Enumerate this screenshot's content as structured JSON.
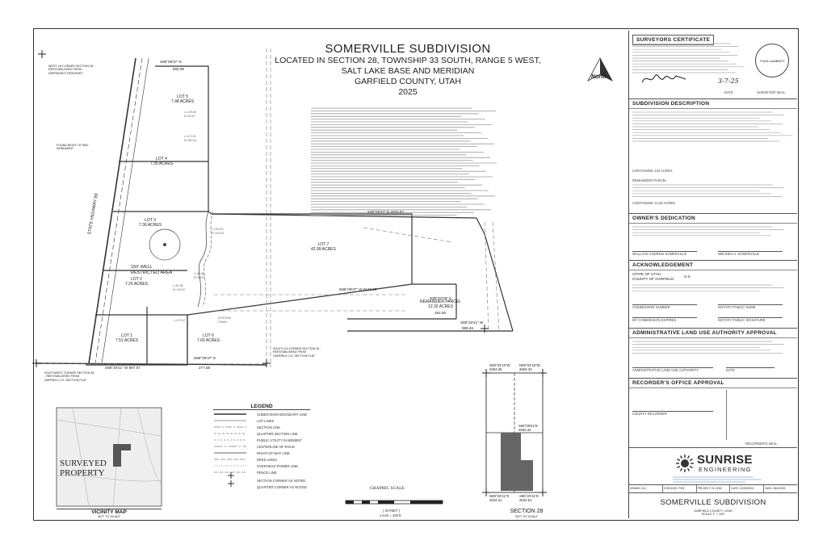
{
  "title": {
    "name": "SOMERVILLE SUBDIVISION",
    "line1": "LOCATED IN SECTION 28, TOWNSHIP 33 SOUTH, RANGE 5 WEST,",
    "line2": "SALT LAKE BASE AND MERIDIAN",
    "line3": "GARFIELD COUNTY, UTAH",
    "year": "2025"
  },
  "north": "North",
  "surveyors_certificate": {
    "heading": "SURVEYORS CERTIFICATE",
    "stamp": "THAN LAMBERT",
    "date": "3-7-25",
    "date_label": "DATE",
    "sig_label": "SURVEYOR SEAL"
  },
  "subdivision_description": {
    "heading": "SUBDIVISION DESCRIPTION",
    "containing1": "CONTAINING 102 ACRES",
    "remainder": "REMAINDER PARCEL",
    "containing2": "CONTAINING 12.32 ACRES"
  },
  "owners_dedication": {
    "heading": "OWNER'S DEDICATION",
    "sig1": "WALLACE ANDREW SOMERVILLE",
    "sig2": "MELINDA A. SOMERVILLE"
  },
  "acknowledgement": {
    "heading": "ACKNOWLEDGEMENT",
    "state": "STATE OF UTAH",
    "county": "COUNTY OF GARFIELD",
    "ss": "S.S.",
    "commission": "COMMISSION NUMBER",
    "notary_name": "NOTARY PUBLIC NAME",
    "expires": "MY COMMISSION EXPIRES",
    "notary_sig": "NOTARY PUBLIC SIGNATURE"
  },
  "admin_approval": {
    "heading": "ADMINISTRATIVE LAND USE AUTHORITY APPROVAL",
    "sig": "ADMINISTRATIVE LAND USE AUTHORITY",
    "date": "DATE"
  },
  "recorders_approval": {
    "heading": "RECORDER'S OFFICE APPROVAL",
    "recorder": "COUNTY RECORDER",
    "seal": "RECORDER'S SEAL"
  },
  "firm": {
    "name1": "SUNRISE",
    "name2": "ENGINEERING"
  },
  "info_row": [
    "DRAWN: SLJ",
    "CHECKED: PKB",
    "PROJECT: 01-2185",
    "DATE: 01/30/2025",
    "DWG: 28022025"
  ],
  "sheet": {
    "title": "SOMERVILLE SUBDIVISION",
    "sub1": "GARFIELD COUNTY, UTAH",
    "sub2": "SCALE 1\" = 100'"
  },
  "lots": [
    {
      "name": "LOT 5",
      "acres": "7.48 ACRES"
    },
    {
      "name": "LOT 4",
      "acres": "7.35 ACRES"
    },
    {
      "name": "LOT 3",
      "acres": "7.36 ACRES"
    },
    {
      "name": "LOT 2",
      "acres": "7.25 ACRES"
    },
    {
      "name": "LOT 1",
      "acres": "7.51 ACRES"
    },
    {
      "name": "LOT 6",
      "acres": "7.60 ACRES"
    },
    {
      "name": "LOT 7",
      "acres": "42.99 ACRES"
    }
  ],
  "remainder_parcel": {
    "label": "REMAINDER PARCEL",
    "acres": "12.32 ACRES"
  },
  "well_area": {
    "l1": "150' WELL",
    "l2": "RESTRICTED AREA"
  },
  "road": "STATE HIGHWAY 89",
  "bearings": {
    "top": "S89°09'37\" E",
    "top_dist": "665.96",
    "mid": "S89°09'37\" E  3063.87",
    "lower": "N89°09'37\" W  5548.36",
    "rem_top": "N89°52'09\" E",
    "rem_top_dist": "292.56",
    "rem_bot": "S89°20'41\" W",
    "rem_bot_dist": "889.46",
    "south_bot": "S89°20'41\" W  897.67",
    "south_small": "N89°09'37\" E",
    "south_small_dist": "277.58"
  },
  "corners": {
    "nw": "WEST 1/4 CORNER SECTION 28 - REESTABLISHED FROM DEPENDENT RESURVEY",
    "sw": "SOUTHWEST CORNER SECTION 28 - REESTABLISHED FROM GARFIELD CO. SECTION PLAT",
    "s14": "SOUTH 1/4 CORNER SECTION 28 - REESTABLISHED FROM GARFIELD CO. SECTION PLAT",
    "row": "FOUND RIGHT OF WAY MONUMENT"
  },
  "legend": {
    "title": "LEGEND",
    "items": [
      "SUBDIVISION BOUNDARY LINE",
      "LOT LINES",
      "SECTION LINE",
      "QUARTER SECTION LINE",
      "PUBLIC UTILITY EASEMENT",
      "CENTERLINE OF ROAD",
      "RIGHT-OF-WAY LINE",
      "DEED LINES",
      "OVERHEAD POWER LINE",
      "FENCE LINE",
      "SECTION CORNER AS NOTED",
      "QUARTER CORNER AS NOTED"
    ]
  },
  "vicinity": {
    "label": "SURVEYED PROPERTY",
    "title": "VICINITY MAP",
    "sub": "NOT TO SCALE"
  },
  "scale": {
    "title": "GRAPHIC SCALE",
    "l1": "( IN FEET )",
    "l2": "1 inch = 100 ft."
  },
  "section28": {
    "title": "SECTION 28",
    "sub": "NOT TO SCALE",
    "top_left": "N89°03'10\"W",
    "top_left_dist": "2663.35",
    "top_right": "N89°02'18\"W",
    "top_right_dist": "2663.33",
    "mid": "S89°09'51\"E",
    "mid_dist": "2653.44",
    "bot_left": "N89°20'41\"E",
    "bot_left_dist": "2644.31",
    "bot_right": "S89°20'41\"E",
    "bot_right_dist": "2644.61"
  },
  "colors": {
    "ink": "#2a2a2a",
    "line": "#555555",
    "firm_blue": "#1f4a8a",
    "parcel": "#555555"
  }
}
